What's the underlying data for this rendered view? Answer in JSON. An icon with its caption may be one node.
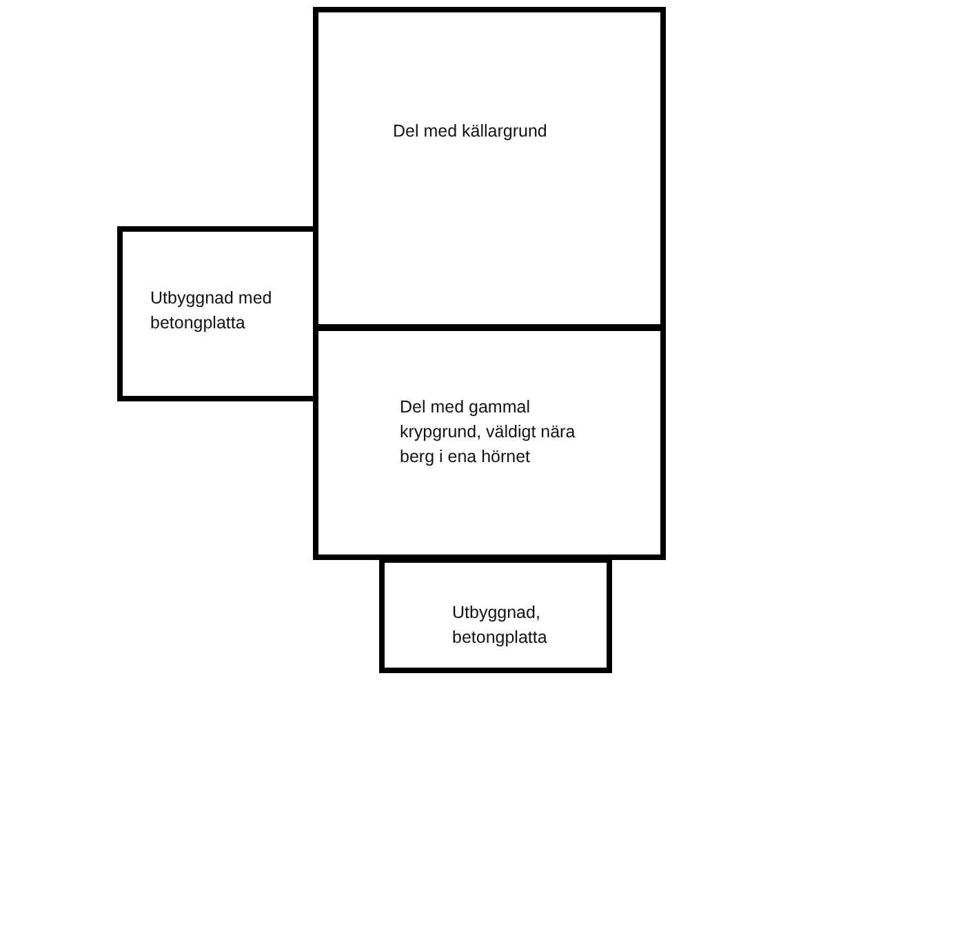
{
  "diagram": {
    "nodes": [
      {
        "text": [
          "Del med källargrund"
        ]
      },
      {
        "text": [
          "Utbyggnad med betongplatta"
        ]
      },
      {
        "text": [
          "Del med gammal krypgrund, väldigt nära berg i ena hörnet"
        ]
      },
      {
        "text": [
          "Utbyggnad, betongplatta"
        ]
      }
    ]
  }
}
